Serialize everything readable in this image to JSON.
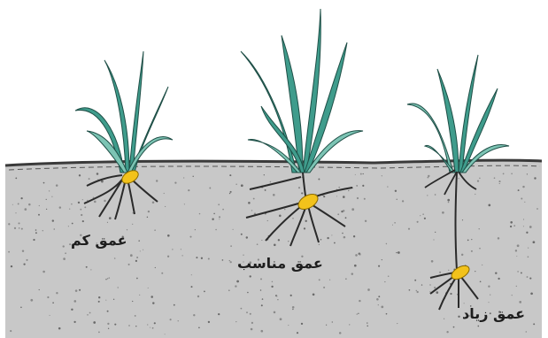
{
  "labels": {
    "shallow": "عمق کم",
    "proper": "عمق مناسب",
    "deep": "عمق زیاد"
  },
  "colors": {
    "soil": "#c8c8c8",
    "soil_edge": "#3a3a3a",
    "leaf": "#3f9c8c",
    "leaf_light": "#7cc4b4",
    "seed": "#f2c21b",
    "root": "#2a2a2a"
  },
  "icons": [
    "wheat-plant-icon",
    "seed-icon",
    "roots-icon"
  ]
}
